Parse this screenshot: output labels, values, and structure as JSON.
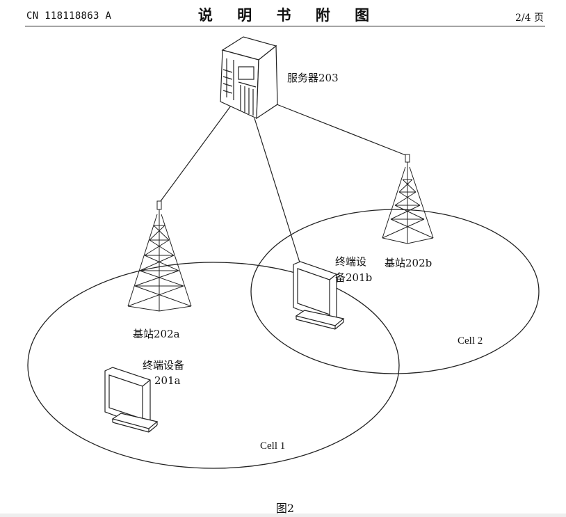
{
  "header": {
    "publication_number": "CN 118118863 A",
    "section_title": "说 明 书 附 图",
    "page_indicator": "2/4 页"
  },
  "diagram": {
    "server_label": "服务器203",
    "base_station_a_label": "基站202a",
    "base_station_b_label": "基站202b",
    "terminal_a_label_line1": "终端设备",
    "terminal_a_label_line2": "201a",
    "terminal_b_label_line1": "终端设",
    "terminal_b_label_line2": "备201b",
    "cell_1_label": "Cell 1",
    "cell_2_label": "Cell 2"
  },
  "caption": "图2"
}
